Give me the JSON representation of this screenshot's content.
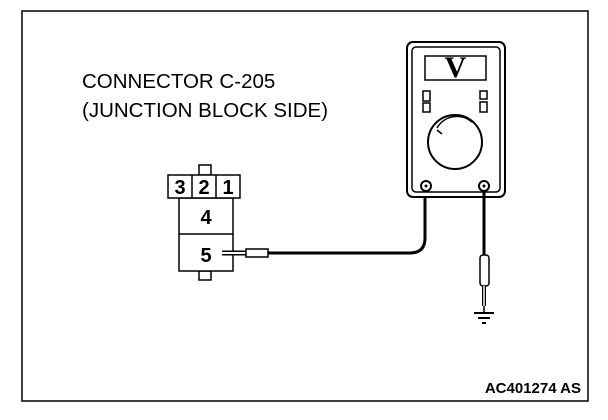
{
  "diagram": {
    "title_line1": "CONNECTOR C-205",
    "title_line2": "(JUNCTION BLOCK SIDE)",
    "connector_pins": [
      "3",
      "2",
      "1",
      "4",
      "5"
    ],
    "meter_display": "V",
    "figure_code": "AC401274 AS"
  }
}
